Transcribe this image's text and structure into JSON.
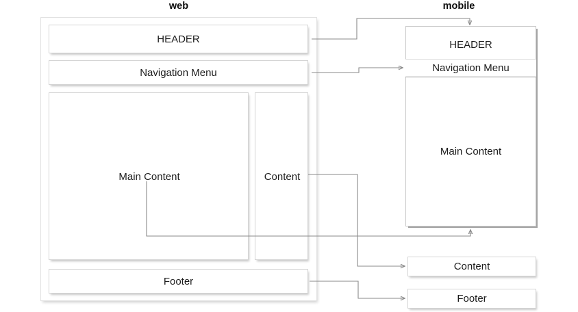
{
  "diagram": {
    "title_web": "web",
    "title_mobile": "mobile",
    "type": "responsive-layout-mapping"
  },
  "web": {
    "header": "HEADER",
    "nav": "Navigation Menu",
    "main": "Main Content",
    "side": "Content",
    "footer": "Footer"
  },
  "mobile": {
    "header": "HEADER",
    "nav": "Navigation Menu",
    "main": "Main Content",
    "content": "Content",
    "footer": "Footer"
  },
  "colors": {
    "box_border": "#d4d4d4",
    "frame_border": "#e2e2e2",
    "connector": "#8a8a8a",
    "text": "#1c1c1c",
    "background": "#ffffff"
  }
}
